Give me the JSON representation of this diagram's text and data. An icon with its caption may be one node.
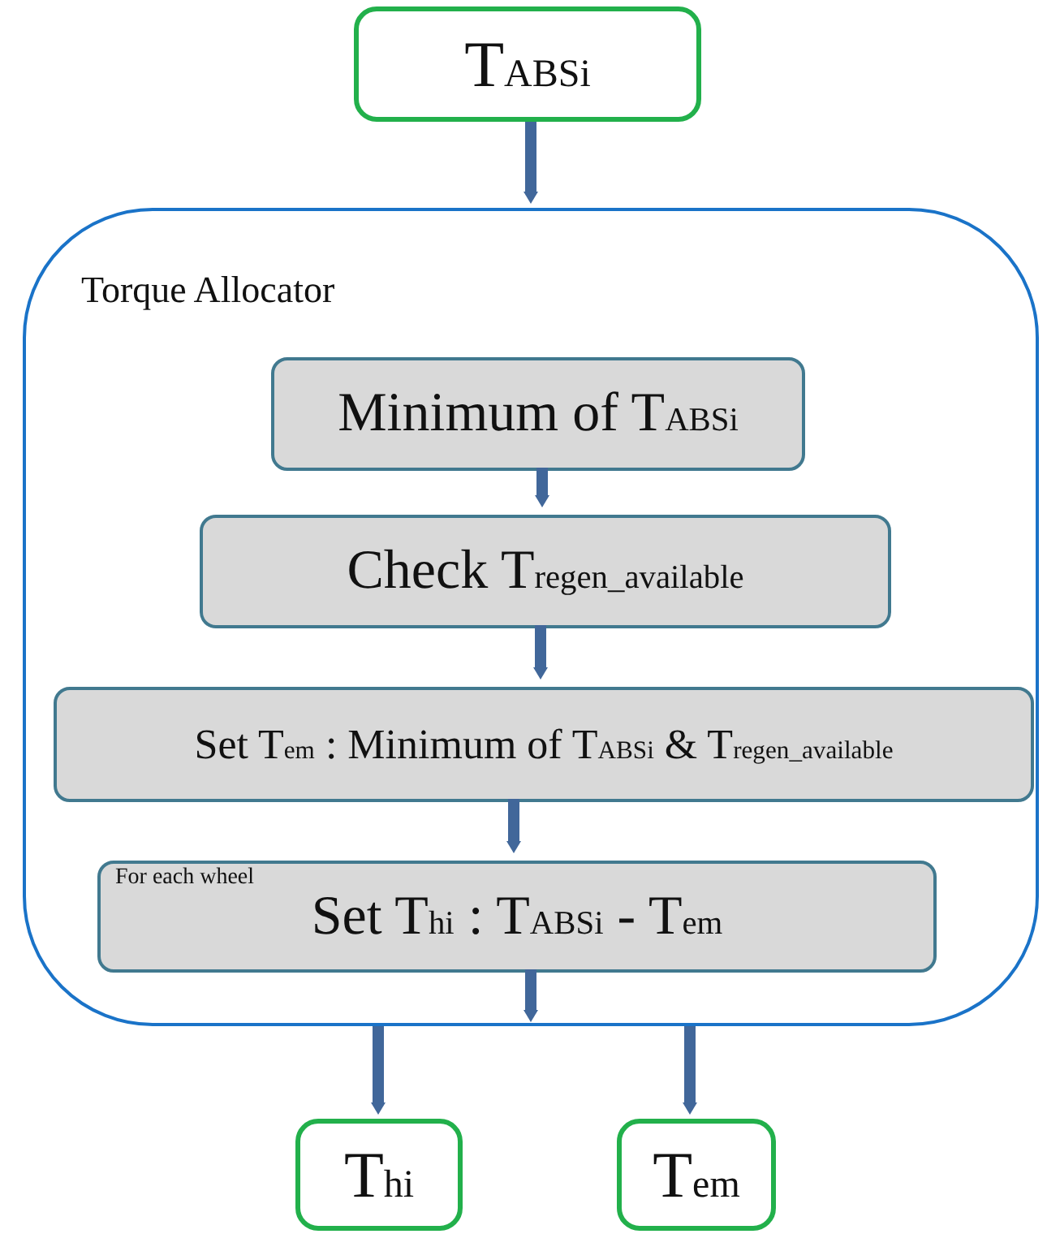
{
  "diagram": {
    "nodes": [
      {
        "text": [
          "T$_{ABSi}$"
        ]
      },
      {
        "text": [
          "Torque Allocator"
        ]
      },
      {
        "text": [
          "Minimum of T$_{ABSi}$"
        ],
        "in": 1
      },
      {
        "text": [
          "Check T$_{regen_available}$"
        ],
        "in": 1
      },
      {
        "text": [
          "Set T$_{em}$ : Minimum of T$_{ABSi}$ & T$_{regen_available}$"
        ],
        "in": 1
      },
      {
        "text": [
          "For each wheel",
          "Set T$_{hi}$ : T$_{ABSi}$  - T$_{em}$"
        ],
        "in": 1
      },
      {
        "text": [
          "T$_{hi}$"
        ]
      },
      {
        "text": [
          "T$_{em}$"
        ]
      }
    ],
    "edges": [
      {
        "from": 0,
        "to": 1,
        "arrow": "to"
      },
      {
        "from": 2,
        "to": 3,
        "arrow": "to"
      },
      {
        "from": 3,
        "to": 4,
        "arrow": "to"
      },
      {
        "from": 4,
        "to": 5,
        "arrow": "to"
      },
      {
        "from": 5,
        "to": 1,
        "arrow": "to"
      },
      {
        "from": 1,
        "to": 6,
        "arrow": "to"
      },
      {
        "from": 1,
        "to": 7,
        "arrow": "to"
      }
    ]
  }
}
